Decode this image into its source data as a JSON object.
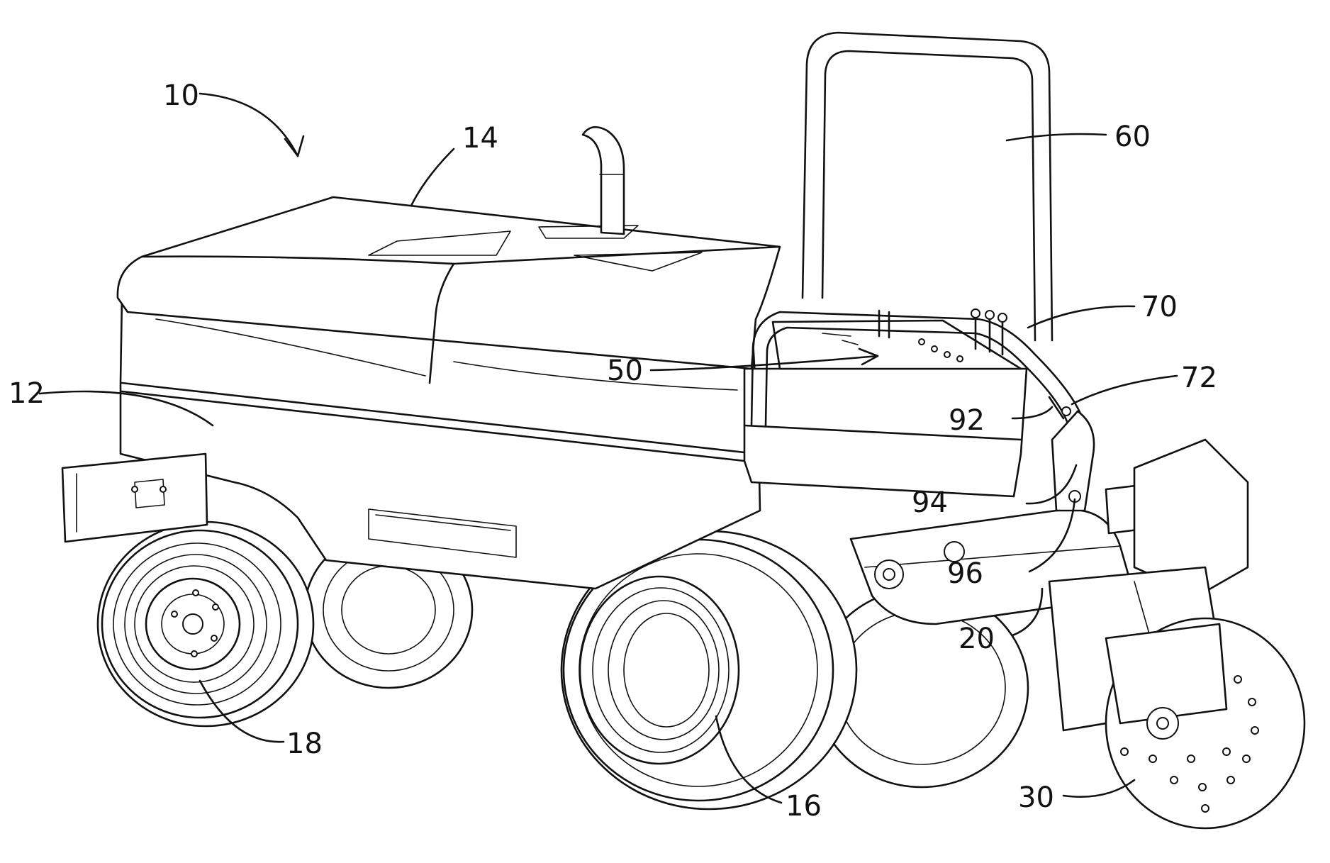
{
  "figure": {
    "reference_numerals": {
      "machine": "10",
      "frame": "12",
      "hood": "14",
      "front_wheel": "16",
      "rear_wheel": "18",
      "saw_arm": "20",
      "saw_blade": "30",
      "control_panel": "50",
      "roll_bar": "60",
      "hand_rail": "70",
      "rail_fitting": "72",
      "lever": "92",
      "bracket": "94",
      "pivot": "96"
    }
  }
}
